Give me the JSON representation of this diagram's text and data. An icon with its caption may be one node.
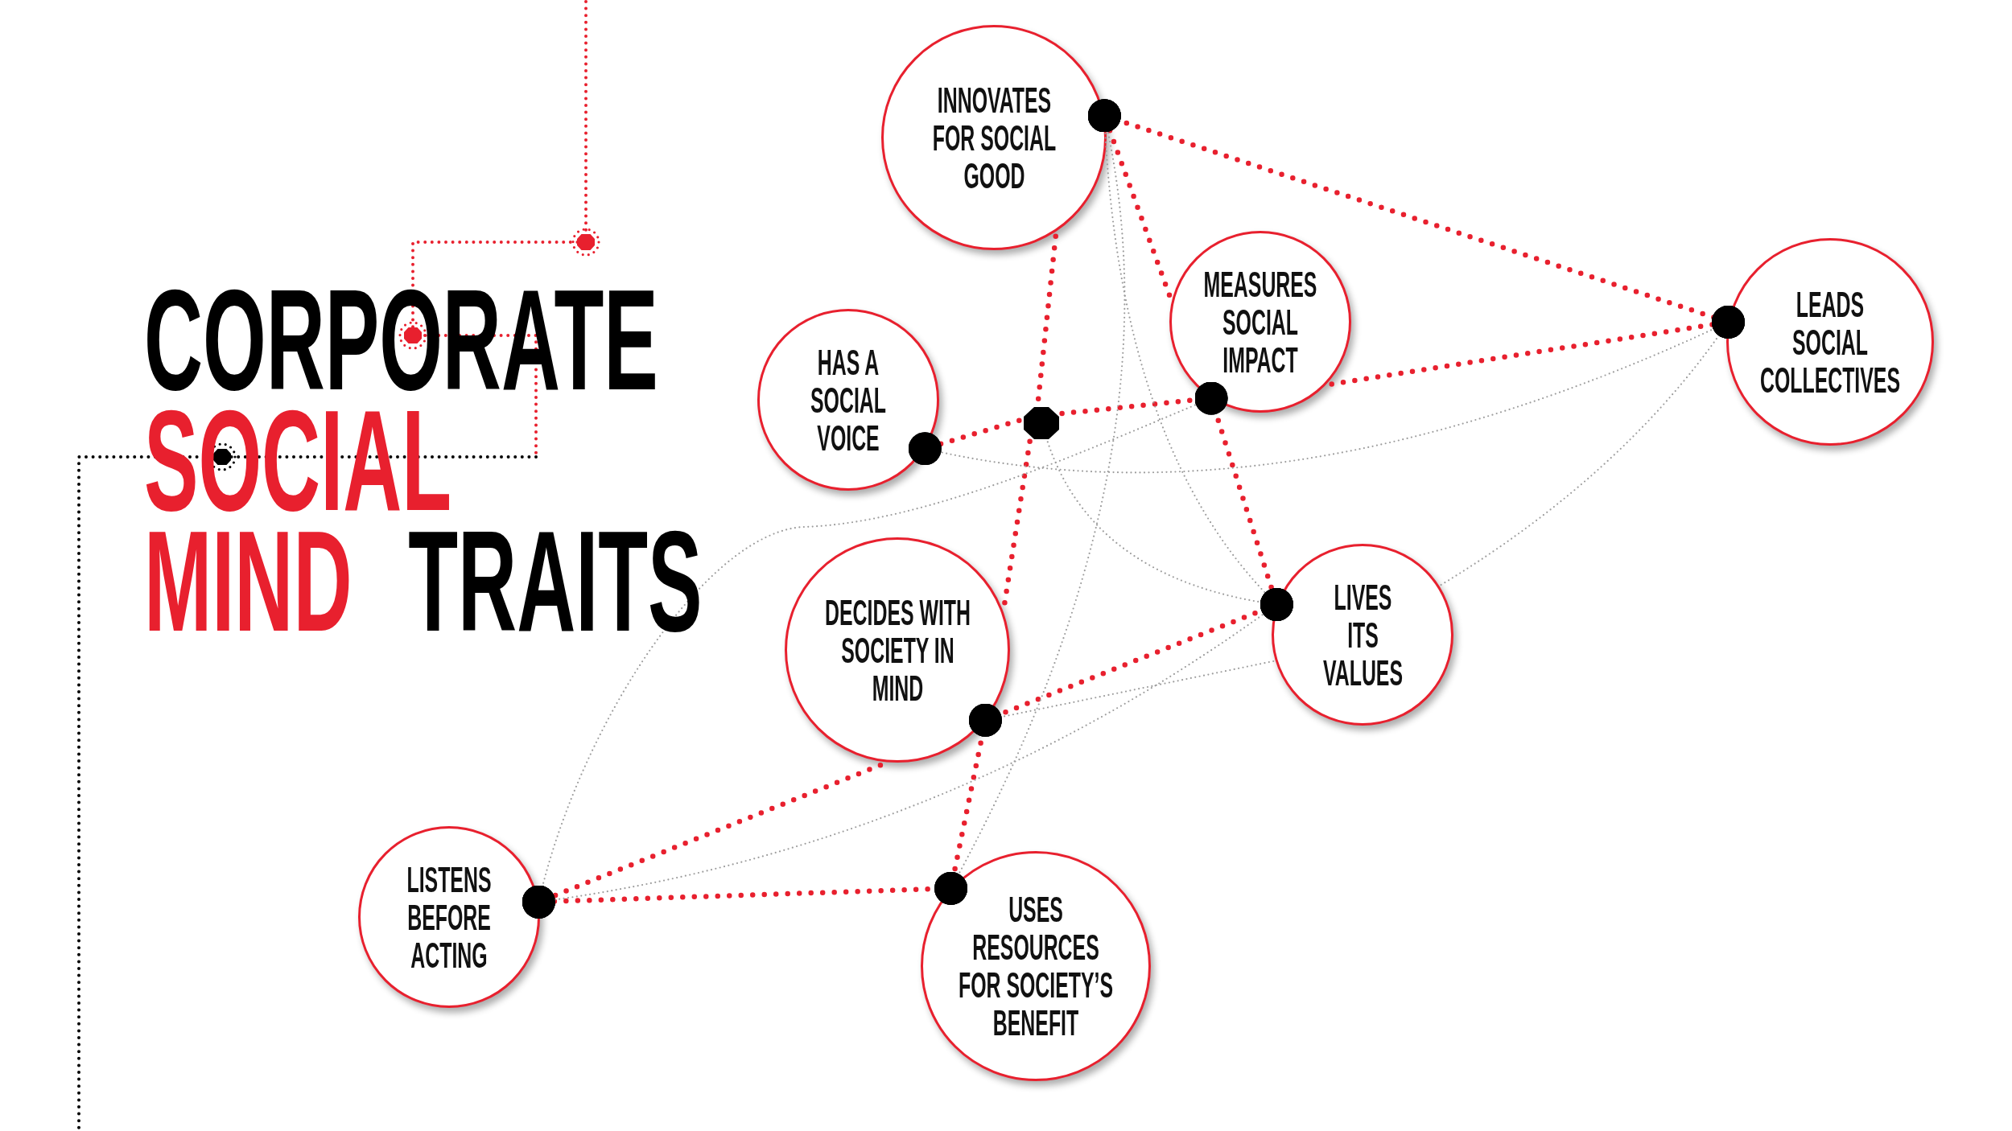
{
  "diagram": {
    "title": "CORPORATE SOCIAL MIND TRAITS",
    "nodes": [
      {
        "text": [
          "INNOVATES FOR SOCIAL GOOD"
        ]
      },
      {
        "text": [
          "MEASURES SOCIAL IMPACT"
        ]
      },
      {
        "text": [
          "LEADS SOCIAL COLLECTIVES"
        ]
      },
      {
        "text": [
          "HAS A SOCIAL VOICE"
        ]
      },
      {
        "text": [],
        "shape": "octagon"
      },
      {
        "text": [
          "DECIDES WITH SOCIETY IN MIND"
        ]
      },
      {
        "text": [
          "LIVES ITS VALUES"
        ]
      },
      {
        "text": [
          "LISTENS BEFORE ACTING"
        ]
      },
      {
        "text": [
          "USES RESOURCES FOR SOCIETY’S BENEFIT"
        ]
      }
    ],
    "edges": [
      {
        "from": 0,
        "to": 2,
        "arrow": "other",
        "style": "dashed"
      },
      {
        "from": 1,
        "to": 0,
        "arrow": "other",
        "style": "dashed"
      },
      {
        "from": 1,
        "to": 2,
        "arrow": "other",
        "style": "dashed"
      },
      {
        "from": 4,
        "to": 3,
        "arrow": "other",
        "style": "dashed"
      },
      {
        "from": 4,
        "to": 1,
        "arrow": "other",
        "style": "dashed"
      },
      {
        "from": 0,
        "to": 4,
        "arrow": "none",
        "style": "dashed"
      },
      {
        "from": 4,
        "to": 5,
        "arrow": "none",
        "style": "dashed"
      },
      {
        "from": 1,
        "to": 6,
        "arrow": "other",
        "style": "dashed"
      },
      {
        "from": 6,
        "to": 5,
        "arrow": "other",
        "style": "dashed"
      },
      {
        "from": 5,
        "to": 8,
        "arrow": "other",
        "style": "dashed"
      },
      {
        "from": 8,
        "to": 7,
        "arrow": "other",
        "style": "dashed"
      },
      {
        "from": 5,
        "to": 7,
        "arrow": "other",
        "style": "dashed"
      },
      {
        "from": 3,
        "to": 2,
        "arrow": "other",
        "style": "dashed",
        "color": "#9d9d9d"
      },
      {
        "from": 6,
        "to": 2,
        "arrow": "other",
        "style": "dashed",
        "color": "#9d9d9d"
      },
      {
        "from": 0,
        "to": 6,
        "arrow": "other",
        "style": "dashed",
        "color": "#9d9d9d"
      },
      {
        "from": 0,
        "to": 8,
        "arrow": "other",
        "style": "dashed",
        "color": "#9d9d9d"
      },
      {
        "from": 4,
        "to": 6,
        "arrow": "other",
        "style": "dashed",
        "color": "#9d9d9d"
      },
      {
        "from": 1,
        "to": 7,
        "arrow": "other",
        "style": "dashed",
        "color": "#9d9d9d"
      },
      {
        "from": 6,
        "to": 7,
        "arrow": "other",
        "style": "dashed",
        "color": "#9d9d9d"
      },
      {
        "from": 6,
        "to": 5,
        "arrow": "other",
        "style": "dashed",
        "color": "#9d9d9d"
      }
    ]
  }
}
